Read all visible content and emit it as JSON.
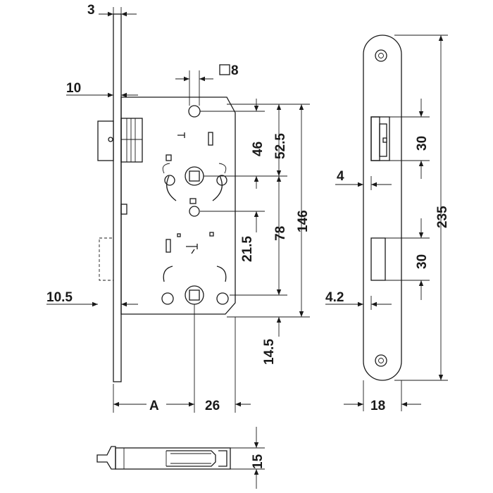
{
  "dimensions": {
    "faceplate_thickness": "3",
    "spindle_square": "8",
    "latch_offset": "10",
    "bolt_offset": "10.5",
    "spindle_to_top_hole": "46",
    "spindle_to_case_top": "52.5",
    "case_height": "146",
    "spindle_to_lower_hole": "21.5",
    "spindle_to_lower_follower": "78",
    "lower_follower_to_bottom": "14.5",
    "backset": "A",
    "spindle_to_case_back": "26",
    "case_depth": "15",
    "faceplate_front_offset": "4",
    "faceplate_bolt_offset": "4.2",
    "latch_cutout_height": "30",
    "bolt_cutout_height": "30",
    "faceplate_height": "235",
    "faceplate_width": "18"
  }
}
